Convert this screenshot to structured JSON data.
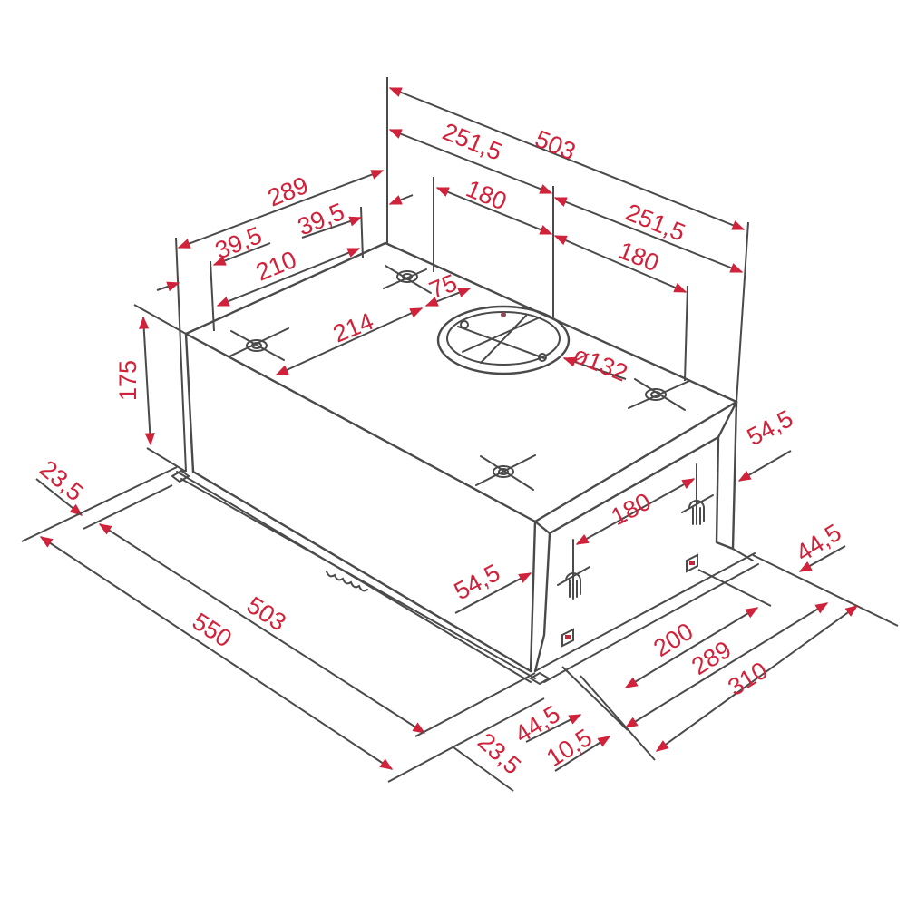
{
  "drawing": {
    "subject": "Built-in cooker hood dimension drawing",
    "colors": {
      "line": "#4a4a4a",
      "dimension_text": "#d0223a",
      "arrow": "#d0223a",
      "background": "#ffffff"
    },
    "units": "mm"
  },
  "dimensions": {
    "top_total_width": "503",
    "top_half_width_left": "251,5",
    "top_half_width_right": "251,5",
    "top_hole_span_left": "180",
    "top_hole_span_right": "180",
    "top_depth": "289",
    "top_offset_left": "39,5",
    "top_offset_right": "39,5",
    "top_hole_depth_span": "210",
    "top_hole_spacing_diag": "214",
    "outlet_offset": "75",
    "outlet_diameter": "ø132",
    "body_height": "175",
    "front_offset": "23,5",
    "front_width_inner": "503",
    "front_width_outer": "550",
    "side_bracket_span": "180",
    "side_offset_left": "54,5",
    "side_offset_right": "54,5",
    "bottom_offset_right": "44,5",
    "bottom_span_200": "200",
    "bottom_depth_289": "289",
    "bottom_depth_310": "310",
    "bottom_offset_left": "44,5",
    "bottom_offset_10": "10,5",
    "bottom_offset_front": "23,5"
  }
}
